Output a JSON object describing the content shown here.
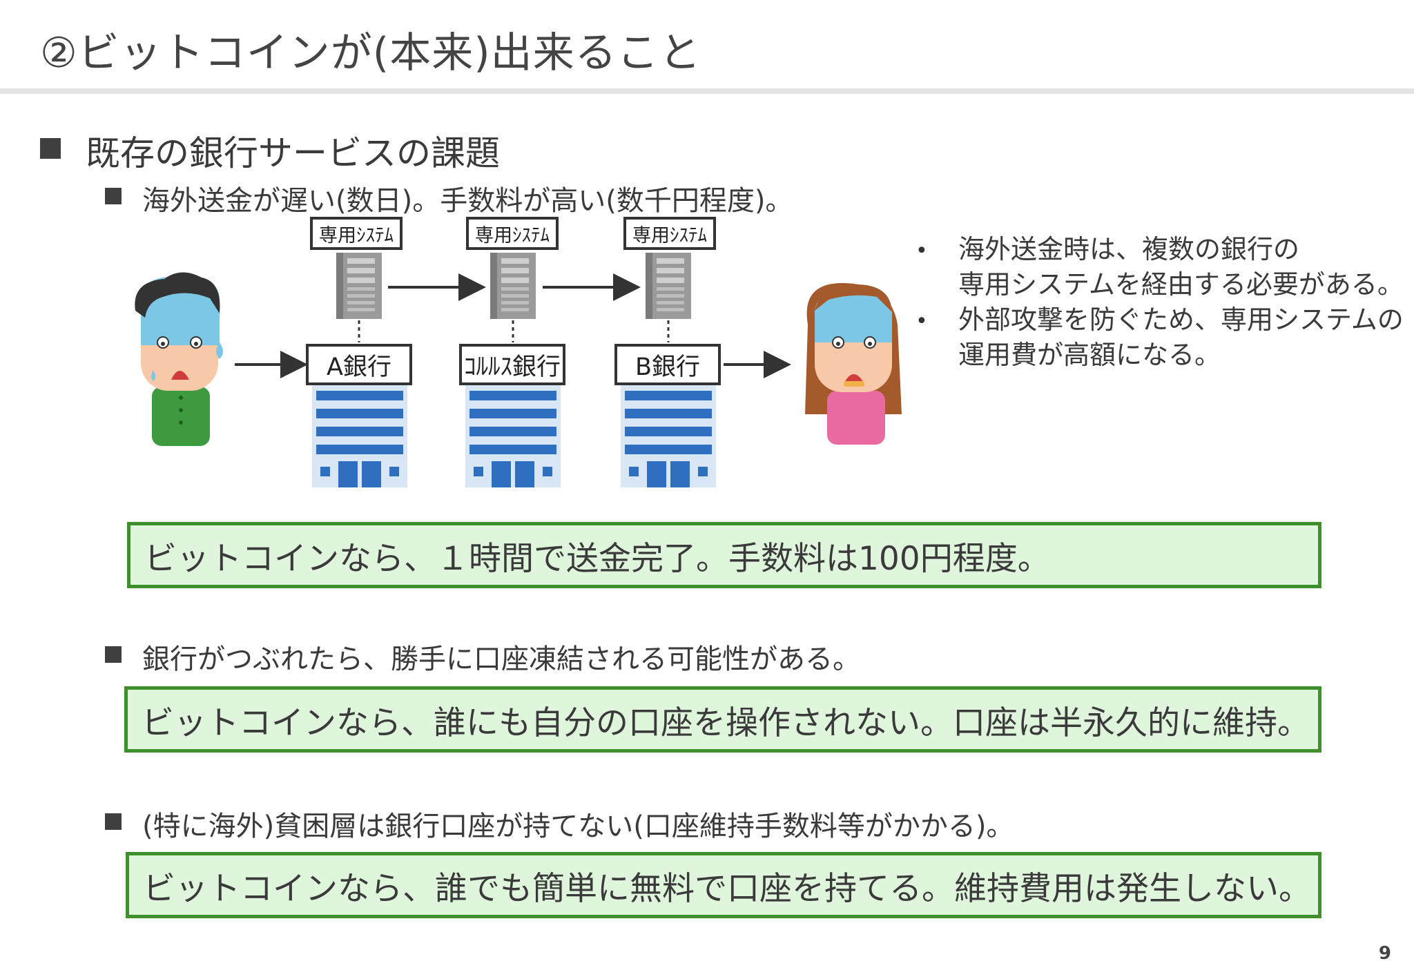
{
  "slide": {
    "title": "②ビットコインが(本来)出来ること",
    "page_number": "9"
  },
  "section": {
    "heading": "既存の銀行サービスの課題"
  },
  "issues": [
    {
      "text": "海外送金が遅い(数日)。手数料が高い(数千円程度)。",
      "solution": "ビットコインなら、１時間で送金完了。手数料は100円程度。"
    },
    {
      "text": "銀行がつぶれたら、勝手に口座凍結される可能性がある。",
      "solution": "ビットコインなら、誰にも自分の口座を操作されない。口座は半永久的に維持。"
    },
    {
      "text": "(特に海外)貧困層は銀行口座が持てない(口座維持手数料等がかかる)。",
      "solution": "ビットコインなら、誰でも簡単に無料で口座を持てる。維持費用は発生しない。"
    }
  ],
  "diagram": {
    "system_label": "専用ｼｽﾃﾑ",
    "banks": [
      "A銀行",
      "ｺﾙﾙｽ銀行",
      "B銀行"
    ],
    "notes": [
      [
        "海外送金時は、複数の銀行の",
        "専用システムを経由する必要がある。"
      ],
      [
        "外部攻撃を防ぐため、専用システムの",
        "運用費が高額になる。"
      ]
    ],
    "colors": {
      "server": "#8a8a8a",
      "building": "#2f6fc0",
      "man_shirt": "#3e9a3e",
      "woman_shirt": "#e96aa0",
      "face_worry": "#7dc7e6"
    }
  },
  "colors": {
    "solution_fill": "#dff5dc",
    "solution_border": "#3f8f2c",
    "title_rule": "#e4e4e4"
  }
}
